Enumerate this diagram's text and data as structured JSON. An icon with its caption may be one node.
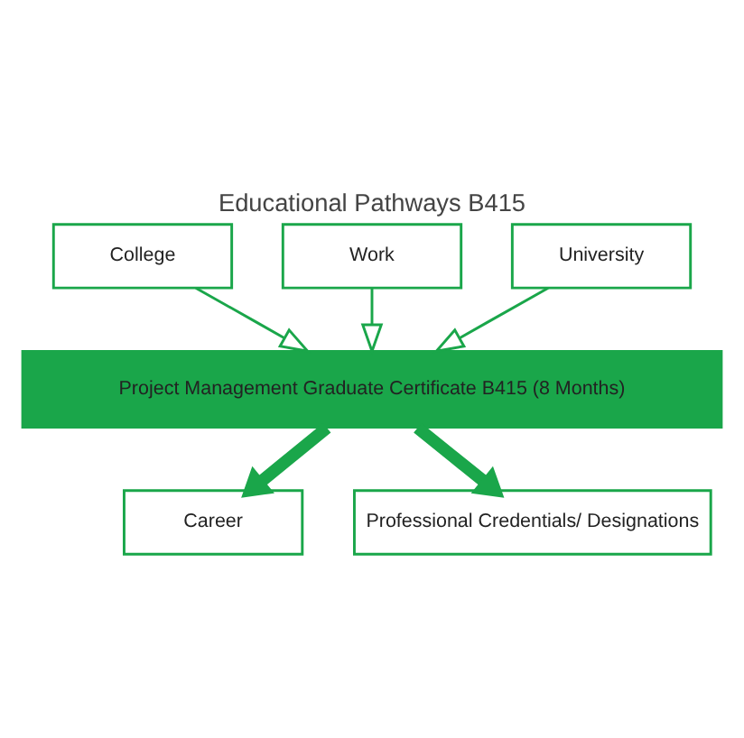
{
  "diagram": {
    "title": "Educational Pathways B415",
    "nodes": [
      {
        "text": [
          "College"
        ]
      },
      {
        "text": [
          "Work"
        ]
      },
      {
        "text": [
          "University"
        ]
      },
      {
        "text": [
          "Project Management Graduate Certificate B415 (8 Months)"
        ]
      },
      {
        "text": [
          "Career"
        ]
      },
      {
        "text": [
          "Professional Credentials/ Designations"
        ]
      }
    ],
    "edges": [
      {
        "from": 1,
        "to": 3,
        "arrow": "to"
      },
      {
        "from": 0,
        "to": 3,
        "arrow": "to"
      },
      {
        "from": 2,
        "to": 3,
        "arrow": "to"
      },
      {
        "from": 3,
        "to": 4,
        "arrow": "to",
        "style": "thick"
      },
      {
        "from": 3,
        "to": 5,
        "arrow": "to",
        "style": "thick"
      }
    ]
  }
}
